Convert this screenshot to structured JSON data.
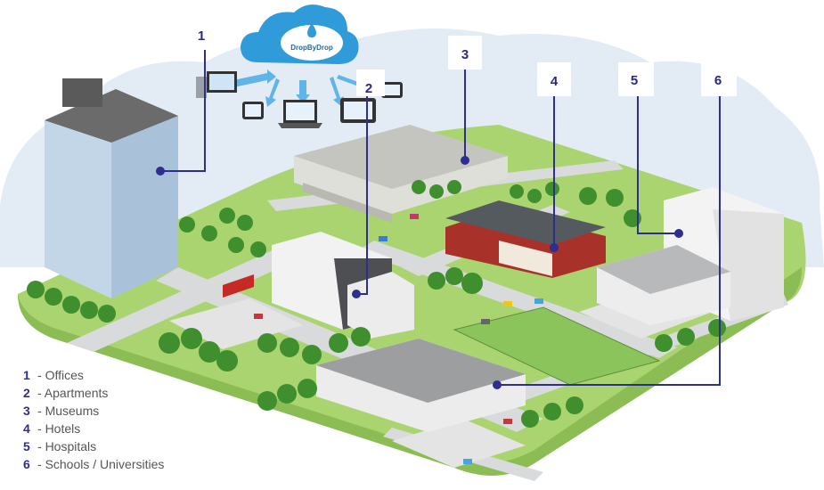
{
  "brand": {
    "cloud_label": "DropByDrop"
  },
  "callouts": [
    {
      "number": "1"
    },
    {
      "number": "2"
    },
    {
      "number": "3"
    },
    {
      "number": "4"
    },
    {
      "number": "5"
    },
    {
      "number": "6"
    }
  ],
  "legend": [
    {
      "number": "1",
      "dash": "- ",
      "label": "Offices"
    },
    {
      "number": "2",
      "dash": "- ",
      "label": "Apartments"
    },
    {
      "number": "3",
      "dash": "- ",
      "label": "Museums"
    },
    {
      "number": "4",
      "dash": "- ",
      "label": "Hotels"
    },
    {
      "number": "5",
      "dash": "- ",
      "label": "Hospitals"
    },
    {
      "number": "6",
      "dash": "- ",
      "label": "Schools / Universities"
    }
  ],
  "colors": {
    "grass": "#a9d46f",
    "grass_dark": "#8cbd55",
    "road": "#d9dadb",
    "sky": "#e3ecf4",
    "accent": "#2e2e8f",
    "cloud": "#2f9bd8",
    "tree": "#3f8f2f"
  }
}
